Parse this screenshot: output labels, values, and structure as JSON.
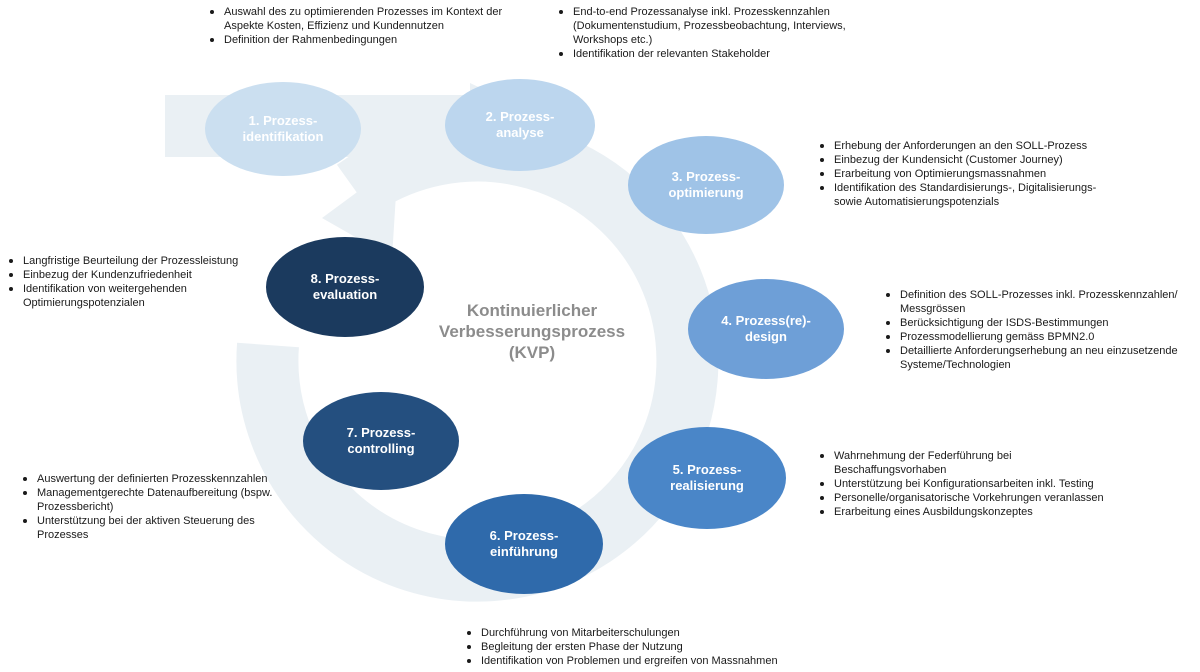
{
  "center_title": "Kontinuierlicher\nVerbesserungsprozess\n(KVP)",
  "colors": {
    "ring": "#eaf0f4",
    "stage_1": "#cbdff0",
    "stage_2": "#bcd6ee",
    "stage_3": "#9fc3e7",
    "stage_4": "#6e9fd7",
    "stage_5": "#4a86c8",
    "stage_6": "#2f6aab",
    "stage_7": "#244f7f",
    "stage_8": "#1b3a5e"
  },
  "stages": [
    {
      "label": "1. Prozess-\nidentifikation"
    },
    {
      "label": "2. Prozess-\nanalyse"
    },
    {
      "label": "3. Prozess-\noptimierung"
    },
    {
      "label": "4. Prozess(re)-\ndesign"
    },
    {
      "label": "5. Prozess-\nrealisierung"
    },
    {
      "label": "6. Prozess-\neinführung"
    },
    {
      "label": "7. Prozess-\ncontrolling"
    },
    {
      "label": "8. Prozess-\nevaluation"
    }
  ],
  "bullet_groups": [
    {
      "items": [
        "Auswahl des zu optimierenden Prozesses im Kontext der Aspekte Kosten, Effizienz und Kundennutzen",
        "Definition der Rahmenbedingungen"
      ]
    },
    {
      "items": [
        "End-to-end Prozessanalyse inkl. Prozesskennzahlen (Dokumentenstudium, Prozessbeobachtung, Interviews, Workshops etc.)",
        "Identifikation der relevanten Stakeholder"
      ]
    },
    {
      "items": [
        "Erhebung der Anforderungen an den SOLL-Prozess",
        "Einbezug der Kundensicht (Customer Journey)",
        "Erarbeitung  von Optimierungsmassnahmen",
        "Identifikation des Standardisierungs-, Digitalisierungs- sowie Automatisierungspotenzials"
      ]
    },
    {
      "items": [
        "Definition des SOLL-Prozesses inkl. Prozesskennzahlen/ Messgrössen",
        "Berücksichtigung der ISDS-Bestimmungen",
        "Prozessmodellierung gemäss BPMN2.0",
        "Detaillierte Anforderungserhebung an neu einzusetzende Systeme/Technologien"
      ]
    },
    {
      "items": [
        "Wahrnehmung der Federführung bei Beschaffungsvorhaben",
        "Unterstützung bei Konfigurationsarbeiten inkl. Testing",
        "Personelle/organisatorische Vorkehrungen veranlassen",
        "Erarbeitung eines Ausbildungskonzeptes"
      ]
    },
    {
      "items": [
        "Durchführung von Mitarbeiterschulungen",
        "Begleitung der ersten Phase der Nutzung",
        "Identifikation von Problemen und ergreifen von Massnahmen"
      ]
    },
    {
      "items": [
        "Auswertung der definierten Prozesskennzahlen",
        "Managementgerechte Datenaufbereitung (bspw. Prozessbericht)",
        "Unterstützung bei der aktiven Steuerung des Prozesses"
      ]
    },
    {
      "items": [
        "Langfristige Beurteilung der Prozessleistung",
        "Einbezug der Kundenzufriedenheit",
        "Identifikation von weitergehenden Optimierungspotenzialen"
      ]
    }
  ]
}
